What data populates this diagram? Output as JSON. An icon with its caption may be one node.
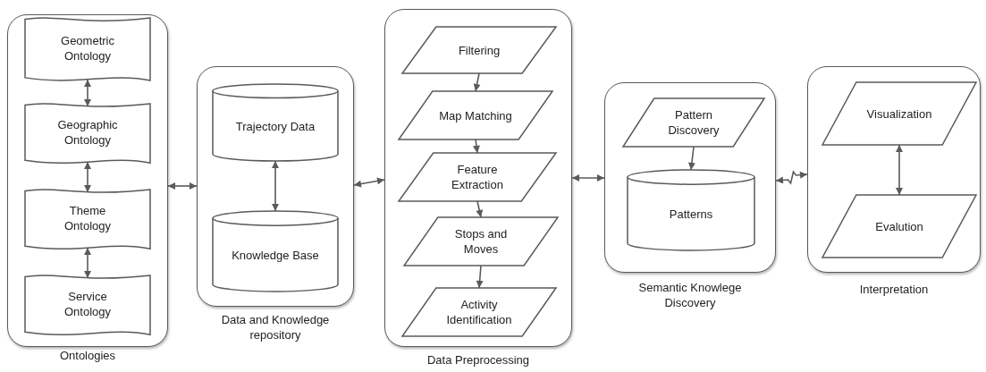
{
  "diagram": {
    "nodes": [
      {
        "text": [
          "Ontologies"
        ]
      },
      {
        "text": [
          "Geometric Ontology"
        ],
        "in": 0
      },
      {
        "text": [
          "Geographic Ontology"
        ],
        "in": 0
      },
      {
        "text": [
          "Theme Ontology"
        ],
        "in": 0
      },
      {
        "text": [
          "Service Ontology"
        ],
        "in": 0
      },
      {
        "text": [
          "Data and Knowledge repository"
        ]
      },
      {
        "text": [
          "Trajectory Data"
        ],
        "in": 5
      },
      {
        "text": [
          "Knowledge Base"
        ],
        "in": 5
      },
      {
        "text": [
          "Data Preprocessing"
        ]
      },
      {
        "text": [
          "Filtering"
        ],
        "in": 8
      },
      {
        "text": [
          "Map Matching"
        ],
        "in": 8
      },
      {
        "text": [
          "Feature Extraction"
        ],
        "in": 8
      },
      {
        "text": [
          "Stops and Moves"
        ],
        "in": 8
      },
      {
        "text": [
          "Activity Identification"
        ],
        "in": 8
      },
      {
        "text": [
          "Semantic Knowlege Discovery"
        ]
      },
      {
        "text": [
          "Pattern Discovery"
        ],
        "in": 14
      },
      {
        "text": [
          "Patterns"
        ],
        "in": 14
      },
      {
        "text": [
          "Interpretation"
        ]
      },
      {
        "text": [
          "Visualization"
        ],
        "in": 17
      },
      {
        "text": [
          "Evalution"
        ],
        "in": 17
      }
    ],
    "edges": [
      {
        "from": 1,
        "to": 2,
        "arrow": "both"
      },
      {
        "from": 2,
        "to": 3,
        "arrow": "both"
      },
      {
        "from": 3,
        "to": 4,
        "arrow": "both"
      },
      {
        "from": 0,
        "to": 5,
        "arrow": "both"
      },
      {
        "from": 6,
        "to": 7,
        "arrow": "both"
      },
      {
        "from": 5,
        "to": 8,
        "arrow": "both"
      },
      {
        "from": 9,
        "to": 10,
        "arrow": "to"
      },
      {
        "from": 10,
        "to": 11,
        "arrow": "to"
      },
      {
        "from": 11,
        "to": 12,
        "arrow": "to"
      },
      {
        "from": 12,
        "to": 13,
        "arrow": "to"
      },
      {
        "from": 8,
        "to": 14,
        "arrow": "both"
      },
      {
        "from": 15,
        "to": 16,
        "arrow": "to"
      },
      {
        "from": 14,
        "to": 17,
        "arrow": "both"
      },
      {
        "from": 18,
        "to": 19,
        "arrow": "both"
      }
    ]
  }
}
